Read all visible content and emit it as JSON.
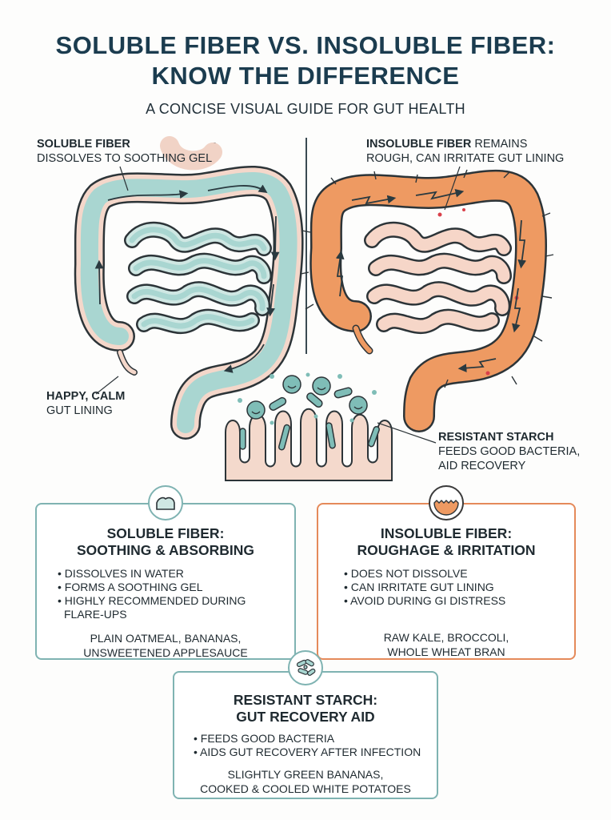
{
  "header": {
    "title_line1": "SOLUBLE FIBER VS. INSOLUBLE FIBER:",
    "title_line2": "KNOW THE DIFFERENCE",
    "subtitle": "A CONCISE VISUAL GUIDE FOR GUT HEALTH"
  },
  "labels": {
    "soluble_strong": "SOLUBLE FIBER",
    "soluble_text": "DISSOLVES TO SOOTHING GEL",
    "insoluble_strong": "INSOLUBLE FIBER",
    "insoluble_text1": " REMAINS",
    "insoluble_text2": "ROUGH, CAN IRRITATE GUT LINING",
    "happy_strong": "HAPPY, CALM",
    "happy_text": "GUT LINING",
    "starch_strong": "RESISTANT STARCH",
    "starch_text1": "FEEDS GOOD BACTERIA,",
    "starch_text2": "AID RECOVERY"
  },
  "cards": {
    "soluble": {
      "title1": "SOLUBLE FIBER:",
      "title2": "SOOTHING & ABSORBING",
      "items": [
        "DISSOLVES IN WATER",
        "FORMS A SOOTHING GEL",
        "HIGHLY RECOMMENDED DURING",
        "FLARE-UPS"
      ],
      "foods1": "PLAIN OATMEAL, BANANAS,",
      "foods2": "UNSWEETENED APPLESAUCE"
    },
    "insoluble": {
      "title1": "INSOLUBLE FIBER:",
      "title2": "ROUGHAGE & IRRITATION",
      "items": [
        "DOES NOT DISSOLVE",
        "CAN IRRITATE GUT LINING",
        "AVOID DURING GI DISTRESS"
      ],
      "foods1": "RAW KALE, BROCCOLI,",
      "foods2": "WHOLE WHEAT BRAN"
    },
    "starch": {
      "title1": "RESISTANT STARCH:",
      "title2": "GUT RECOVERY AID",
      "items": [
        "FEEDS GOOD BACTERIA",
        "AIDS GUT RECOVERY AFTER INFECTION"
      ],
      "foods1": "SLIGHTLY GREEN BANANAS,",
      "foods2": "COOKED & COOLED WHITE POTATOES"
    }
  },
  "colors": {
    "soluble_teal": "#a9d6d1",
    "insoluble_orange": "#ee9a62",
    "lining_pink": "#f4d9cc",
    "title_navy": "#1b3c4f"
  },
  "icons": {
    "soluble_badge": "gel-blob-icon",
    "insoluble_badge": "rough-surface-icon",
    "starch_badge": "bacteria-icon"
  }
}
